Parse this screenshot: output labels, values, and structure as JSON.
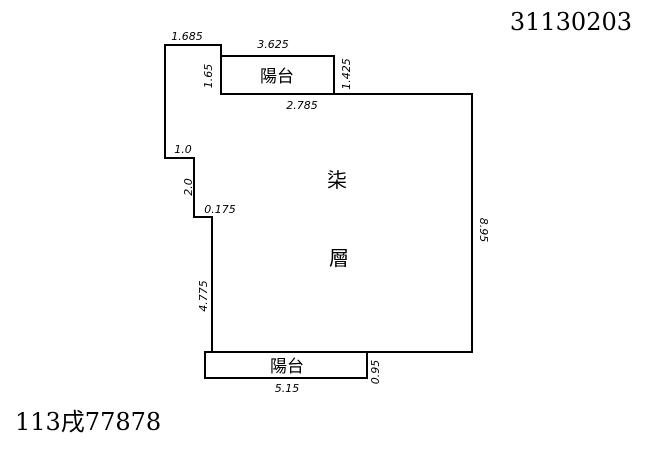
{
  "document_number": "31130203",
  "record_number": "113戌77878",
  "floor_label": {
    "line1": "柒",
    "line2": "層"
  },
  "balcony_top": {
    "label": "陽台"
  },
  "balcony_bottom": {
    "label": "陽台"
  },
  "dimensions": {
    "top_left_width": "1.685",
    "top_balcony_width": "3.625",
    "top_balcony_left_depth": "1.65",
    "top_balcony_right_depth": "1.425",
    "top_inner_width": "2.785",
    "left_step_width": "1.0",
    "left_upper_height": "2.0",
    "left_step_offset": "0.175",
    "left_lower_height": "4.775",
    "right_height": "8.95",
    "bottom_balcony_width": "5.15",
    "bottom_balcony_depth": "0.95"
  }
}
